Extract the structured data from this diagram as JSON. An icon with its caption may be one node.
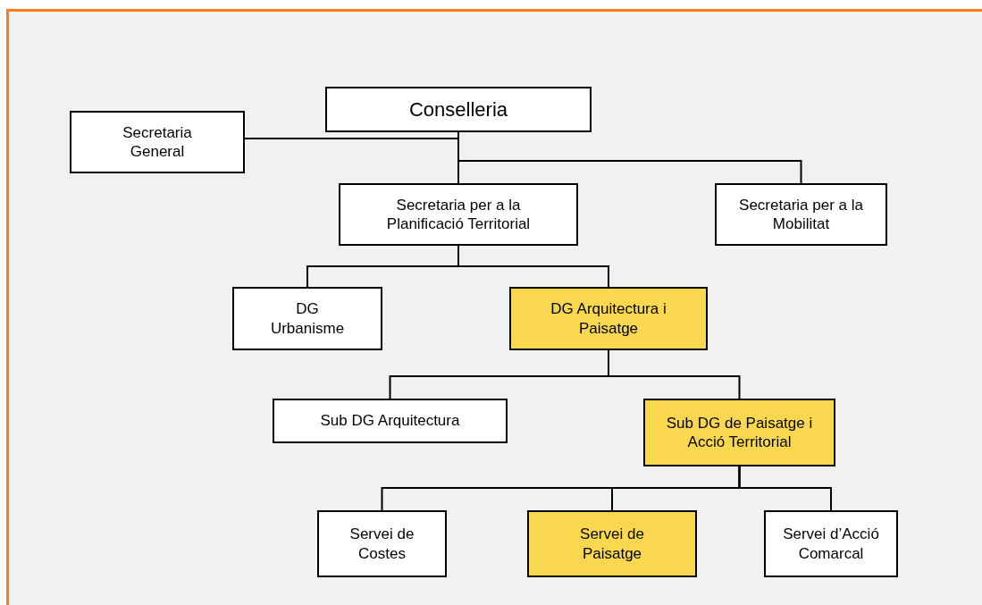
{
  "diagram": {
    "nodes": [
      {
        "text": [
          "Conselleria"
        ]
      },
      {
        "text": [
          "Secretaria General"
        ]
      },
      {
        "text": [
          "Secretaria per a la Planificació Territorial"
        ]
      },
      {
        "text": [
          "Secretaria per a la Mobilitat"
        ]
      },
      {
        "text": [
          "DG Urbanisme"
        ]
      },
      {
        "text": [
          "DG Arquitectura i Paisatge"
        ]
      },
      {
        "text": [
          "Sub DG Arquitectura"
        ]
      },
      {
        "text": [
          "Sub DG de Paisatge i Acció Territorial"
        ]
      },
      {
        "text": [
          "Servei de Costes"
        ]
      },
      {
        "text": [
          "Servei de Paisatge"
        ]
      },
      {
        "text": [
          "Servei d’Acció Comarcal"
        ]
      }
    ],
    "edges": [
      {
        "from": 0,
        "to": 1,
        "arrow": "none"
      },
      {
        "from": 0,
        "to": 2,
        "arrow": "none"
      },
      {
        "from": 0,
        "to": 3,
        "arrow": "none"
      },
      {
        "from": 2,
        "to": 4,
        "arrow": "none"
      },
      {
        "from": 2,
        "to": 5,
        "arrow": "none"
      },
      {
        "from": 5,
        "to": 6,
        "arrow": "none"
      },
      {
        "from": 5,
        "to": 7,
        "arrow": "none"
      },
      {
        "from": 7,
        "to": 8,
        "arrow": "none"
      },
      {
        "from": 7,
        "to": 9,
        "arrow": "none"
      },
      {
        "from": 7,
        "to": 10,
        "arrow": "none"
      }
    ]
  }
}
